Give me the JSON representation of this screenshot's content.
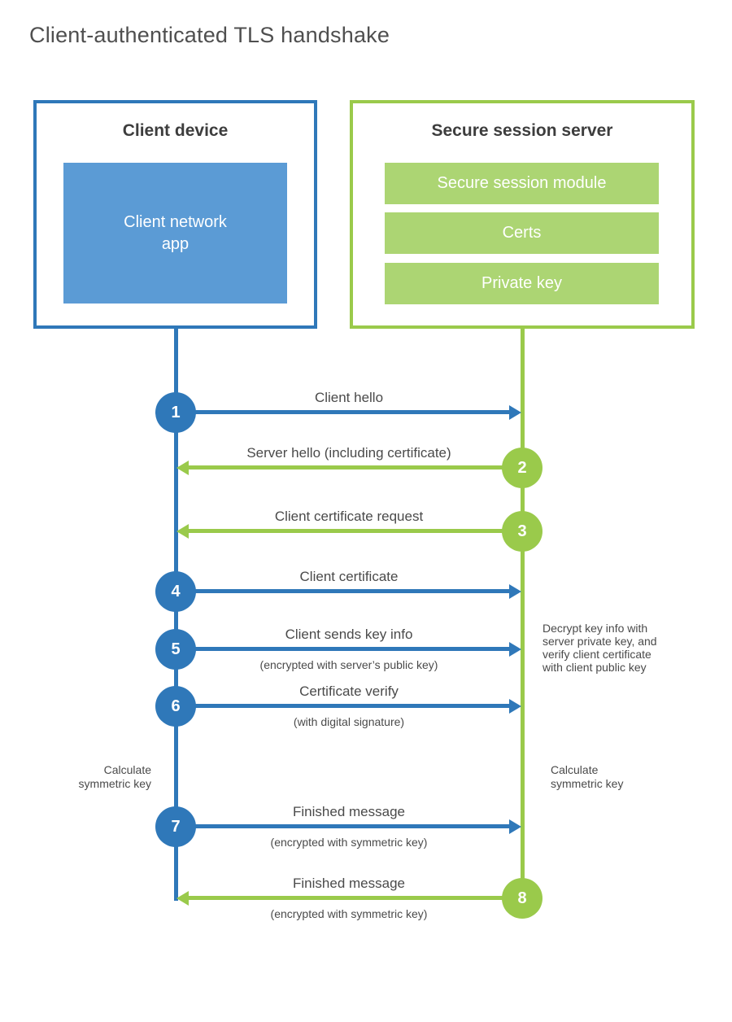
{
  "title": "Client-authenticated TLS handshake",
  "colors": {
    "blue": "#2f78b9",
    "blue_fill": "#5b9bd5",
    "green": "#9aca4b",
    "green_fill": "#acd573",
    "heading_text": "#3d3d3d",
    "label_text": "#4a4a4a"
  },
  "client": {
    "title": "Client device",
    "app_label": "Client network app"
  },
  "server": {
    "title": "Secure session server",
    "modules": [
      "Secure session module",
      "Certs",
      "Private key"
    ]
  },
  "steps": [
    {
      "num": "1",
      "label": "Client hello",
      "direction": "client-to-server"
    },
    {
      "num": "2",
      "label": "Server hello (including certificate)",
      "direction": "server-to-client"
    },
    {
      "num": "3",
      "label": "Client certificate request",
      "direction": "server-to-client"
    },
    {
      "num": "4",
      "label": "Client certificate",
      "direction": "client-to-server"
    },
    {
      "num": "5",
      "label": "Client sends key info",
      "sub": "(encrypted with server’s public key)",
      "direction": "client-to-server"
    },
    {
      "num": "6",
      "label": "Certificate verify",
      "sub": "(with digital signature)",
      "direction": "client-to-server"
    },
    {
      "num": "7",
      "label": "Finished message",
      "sub": "(encrypted with symmetric key)",
      "direction": "client-to-server"
    },
    {
      "num": "8",
      "label": "Finished message",
      "sub": "(encrypted with symmetric key)",
      "direction": "server-to-client"
    }
  ],
  "annotations": {
    "decrypt_note": "Decrypt key info with server private key, and verify client certificate with client public key",
    "calc_left": "Calculate symmetric key",
    "calc_right": "Calculate symmetric key"
  }
}
